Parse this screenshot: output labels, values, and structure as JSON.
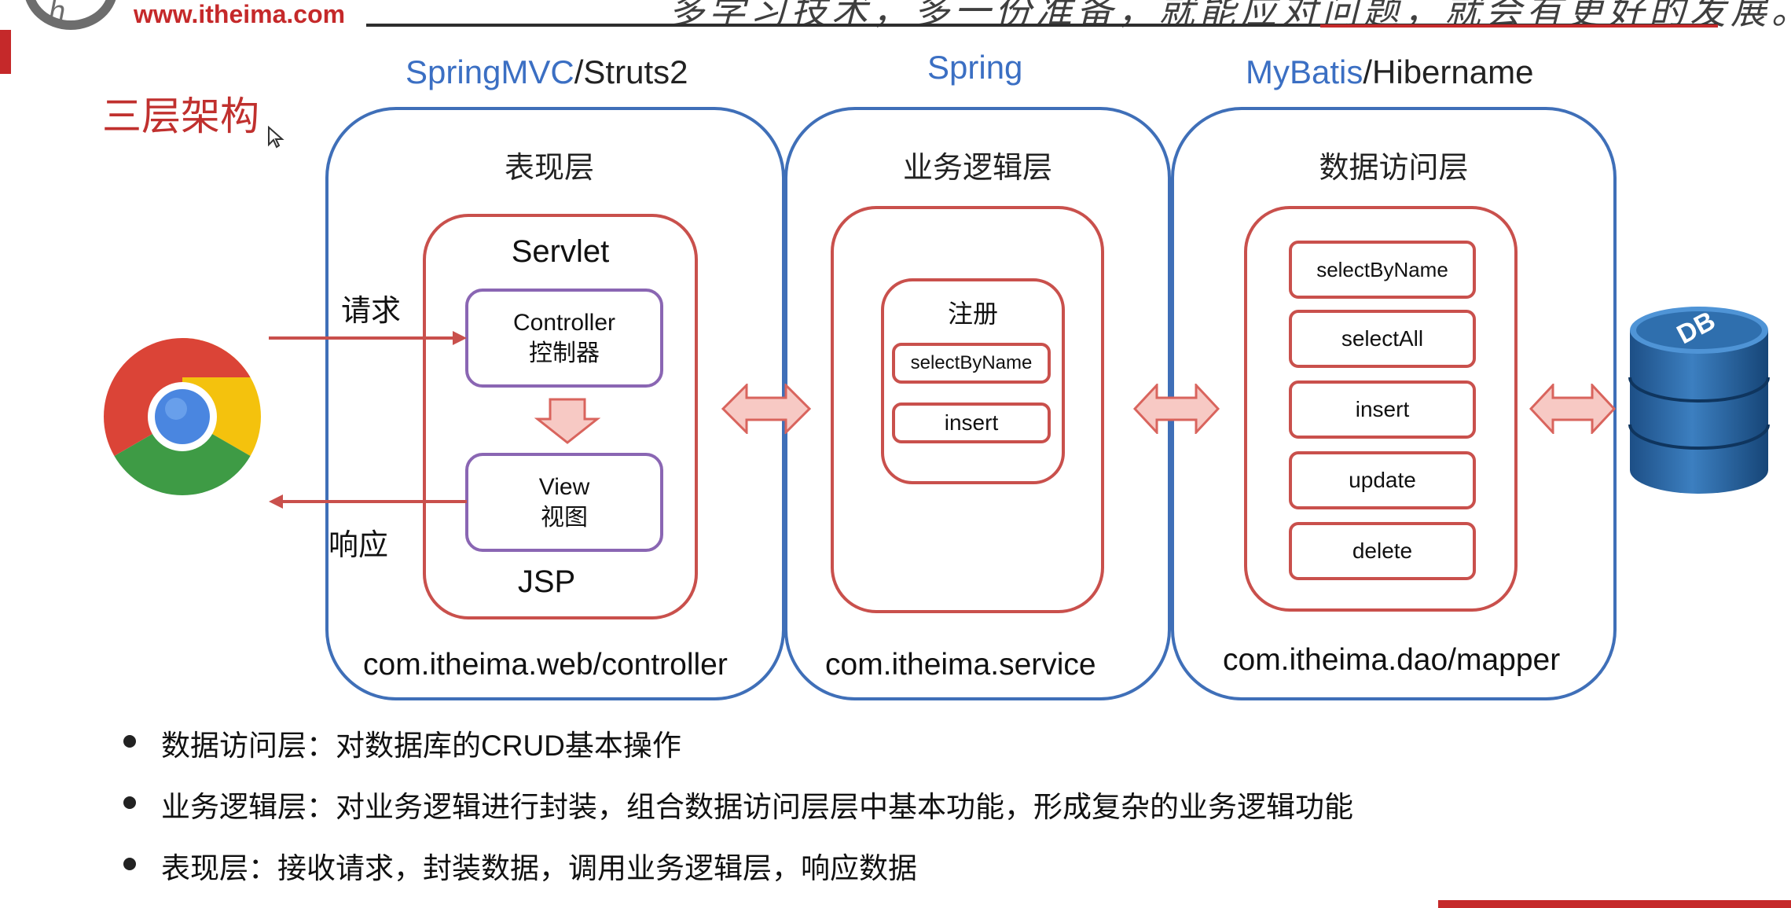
{
  "header": {
    "site": "www.itheima.com",
    "title": "多学习技术，多一份准备，就能应对问题，就会有更好的发展。"
  },
  "page_title": "三层架构",
  "columns": {
    "presentation": {
      "tech_main": "SpringMVC",
      "tech_alt": "/Struts2",
      "title": "表现层",
      "container": "Servlet",
      "controller_en": "Controller",
      "controller_cn": "控制器",
      "view_en": "View",
      "view_cn": "视图",
      "footer": "JSP",
      "package": "com.itheima.web/controller"
    },
    "service": {
      "tech_main": "Spring",
      "title": "业务逻辑层",
      "group_label": "注册",
      "methods": [
        "selectByName",
        "insert"
      ],
      "package": "com.itheima.service"
    },
    "dao": {
      "tech_main": "MyBatis",
      "tech_alt": "/Hibername",
      "title": "数据访问层",
      "methods": [
        "selectByName",
        "selectAll",
        "insert",
        "update",
        "delete"
      ],
      "package": "com.itheima.dao/mapper"
    }
  },
  "flow": {
    "request": "请求",
    "response": "响应"
  },
  "database_label": "DB",
  "bullets": [
    "数据访问层：对数据库的CRUD基本操作",
    "业务逻辑层：对业务逻辑进行封装，组合数据访问层层中基本功能，形成复杂的业务逻辑功能",
    "表现层：接收请求，封装数据，调用业务逻辑层，响应数据"
  ],
  "colors": {
    "layer_border": "#3f6fb8",
    "inner_border": "#c9504c",
    "component_border": "#8a66b3",
    "accent_red": "#c0302e",
    "tech_blue": "#3b6fc3"
  }
}
